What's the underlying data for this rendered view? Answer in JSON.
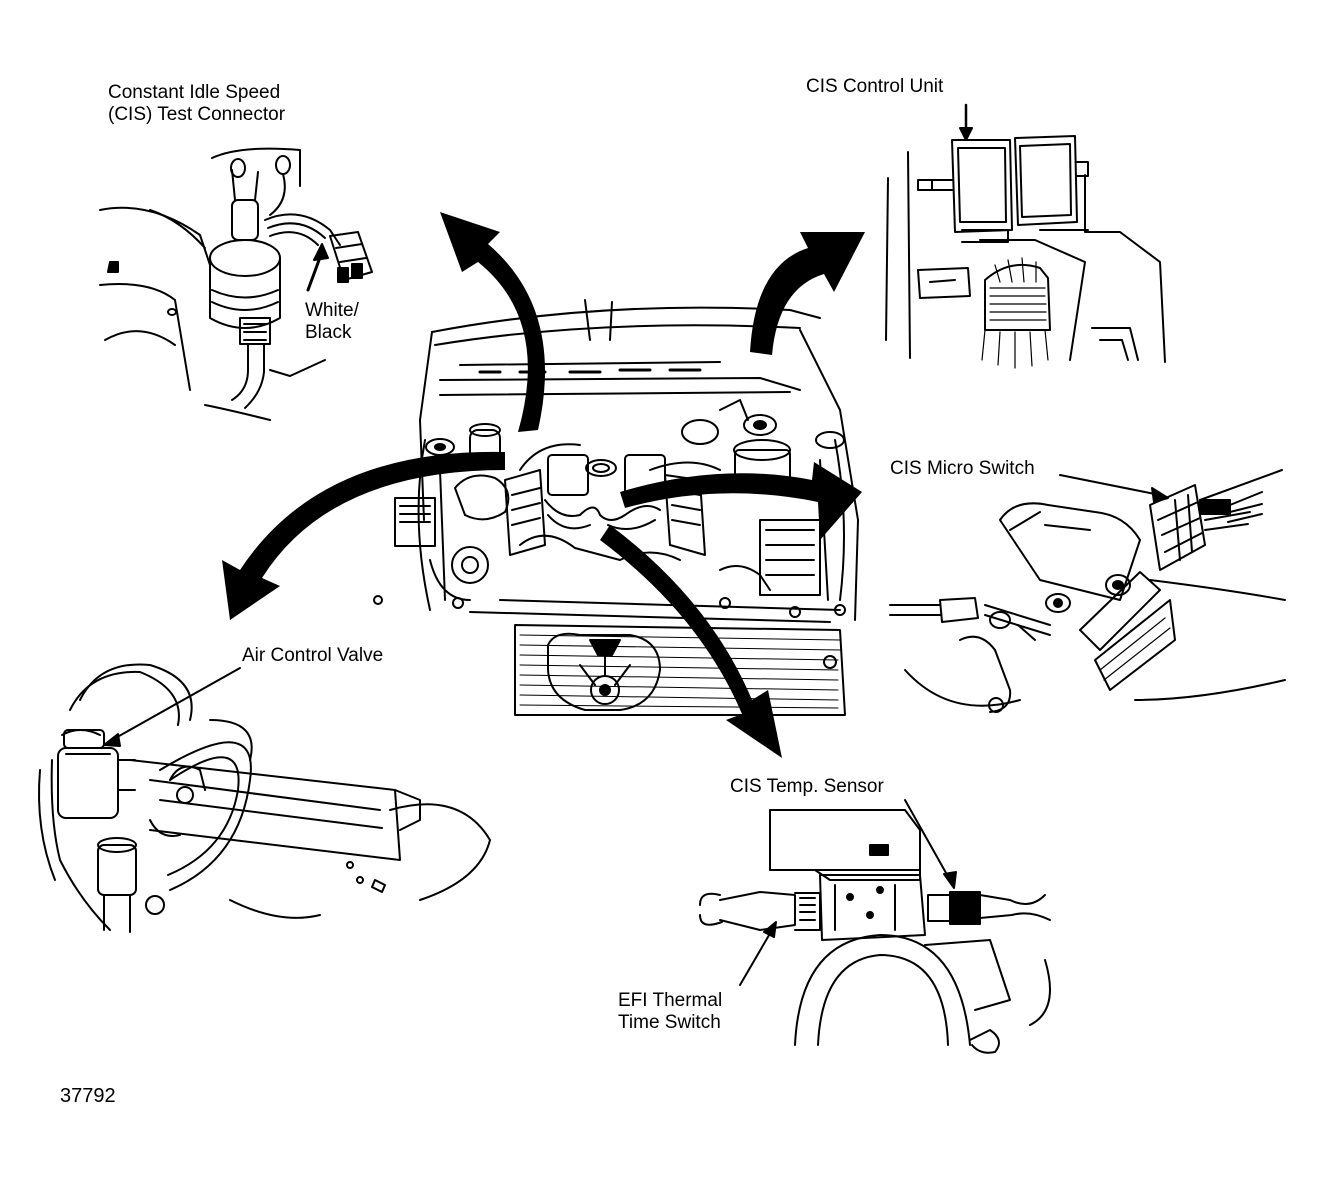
{
  "diagram": {
    "figure_number": "37792",
    "labels": {
      "cis_test_connector": [
        "Constant Idle Speed",
        "(CIS) Test Connector"
      ],
      "white_black_wire": [
        "White/",
        "Black"
      ],
      "cis_control_unit": "CIS Control Unit",
      "cis_micro_switch": "CIS Micro Switch",
      "air_control_valve": "Air Control Valve",
      "cis_temp_sensor": "CIS Temp. Sensor",
      "efi_thermal_time_switch": [
        "EFI Thermal",
        "Time Switch"
      ]
    },
    "colors": {
      "ink": "#000000",
      "paper": "#ffffff"
    }
  }
}
